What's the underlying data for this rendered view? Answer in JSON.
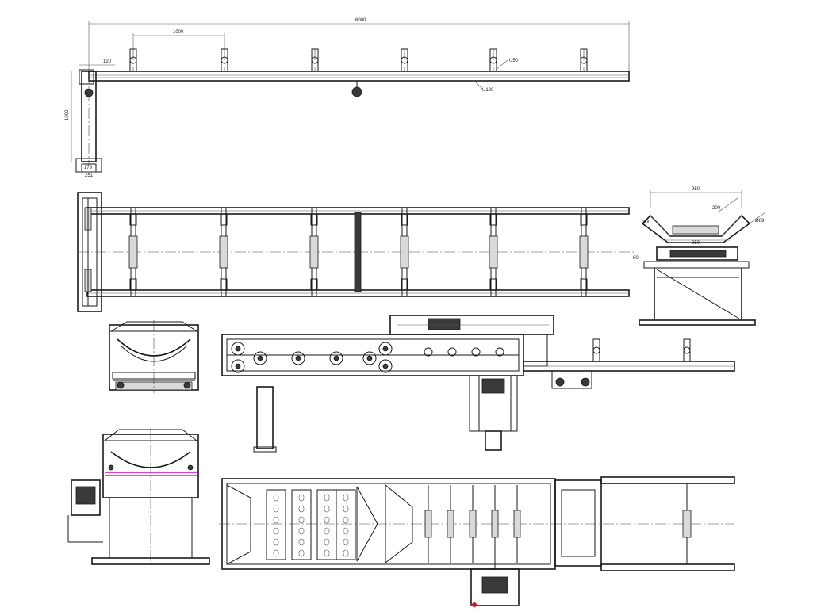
{
  "dimensions": {
    "overall_length": "6000",
    "idler_spacing": "1000",
    "end_offset": "120",
    "leg_height": "1000",
    "leg_base_inner": "179",
    "leg_base_outer": "251",
    "idler_width": "950",
    "roller_length": "200",
    "frame_width": "850",
    "height_offset": "80",
    "roller_dia": "Ø89",
    "trough_height": "300"
  },
  "callouts": {
    "channel_small": "U50",
    "channel_main": "U120"
  },
  "colors": {
    "line": "#1a1a1a",
    "highlight": "#d000c8",
    "marker": "#e01010"
  }
}
